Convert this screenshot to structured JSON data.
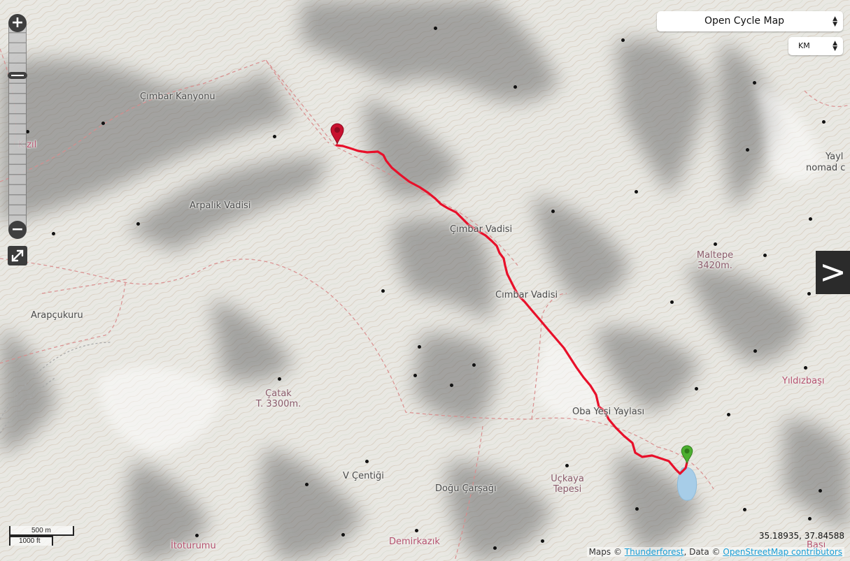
{
  "map": {
    "layer_select": {
      "value": "Open Cycle Map"
    },
    "unit_select": {
      "value": "KM"
    },
    "panel_toggle": ">",
    "zoom": {
      "in": "+",
      "out": "−"
    },
    "scale": {
      "metric": "500 m",
      "imperial": "1000 ft"
    },
    "coordinates": "35.18935, 37.84588",
    "attribution": {
      "prefix": "Maps © ",
      "link1": "Thunderforest",
      "mid": ", Data © ",
      "link2": "OpenStreetMap contributors"
    },
    "colors": {
      "route": "#e8102a",
      "start_marker": "#4caf30",
      "end_marker": "#c8102e",
      "lake": "#a7cde8"
    },
    "labels": {
      "cimbar_kanyonu": "Çımbar Kanyonu",
      "kizil": "Kızıl",
      "arpalik_vadisi": "Arpalık Vadisi",
      "arapcukuru": "Arapçukuru",
      "cimbar_vadisi_1": "Çımbar Vadisi",
      "cimbar_vadisi_2": "Cımbar Vadisi",
      "maltepe": "Maltepe",
      "maltepe_elev": "3420m.",
      "yayla": "Yayl",
      "nomad": "nomad c",
      "yildizbasi": "Yıldızbaşı",
      "catak": "Çatak",
      "catak_elev": "T. 3300m.",
      "oba_yaylasi": "Oba Yeşi Yaylası",
      "v_centigi": "V Çentiği",
      "dogu_carsagi": "Doğu Çarşağı",
      "uckaya": "Uçkaya",
      "tepesi": "Tepesi",
      "itoturumu": "İtoturumu",
      "demirkazik": "Demirkazık",
      "basi": "Başı"
    }
  }
}
